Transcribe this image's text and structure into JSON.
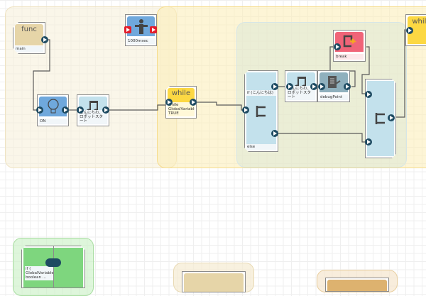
{
  "canvas": {
    "grid": true
  },
  "groups": [
    "main-function-group",
    "while-loop-group",
    "if-branch-group",
    "green-group",
    "tan-group",
    "orange-group"
  ],
  "blocks": {
    "func": {
      "title": "func",
      "label": "main"
    },
    "wait": {
      "label": "1000msec"
    },
    "light": {
      "label": "ON"
    },
    "sound1": {
      "label": "こんにちわ、ロボットスタート"
    },
    "while1": {
      "title": "while",
      "label": "while GlobalVariable, TRUE"
    },
    "if1": {
      "label_top": "if (こんにちは)",
      "label_bottom": "else"
    },
    "sound2": {
      "label": "こんにちわ、ロボットスタート"
    },
    "debug": {
      "label": "debugPoint"
    },
    "break": {
      "label": "break"
    },
    "merge": {},
    "while2": {
      "title": "while"
    },
    "if_green": {
      "label": "if ( GlobalVariable, boolean ..."
    }
  },
  "colors": {
    "blue_face": "#6fa8dc",
    "light_blue_face": "#c3e1ec",
    "yellow_face": "#fcd843",
    "red_face": "#f06478",
    "tan_face": "#e6d5a8",
    "green_face": "#7ed67e",
    "port": "#1e4b62",
    "port_red": "#e21d2a"
  }
}
